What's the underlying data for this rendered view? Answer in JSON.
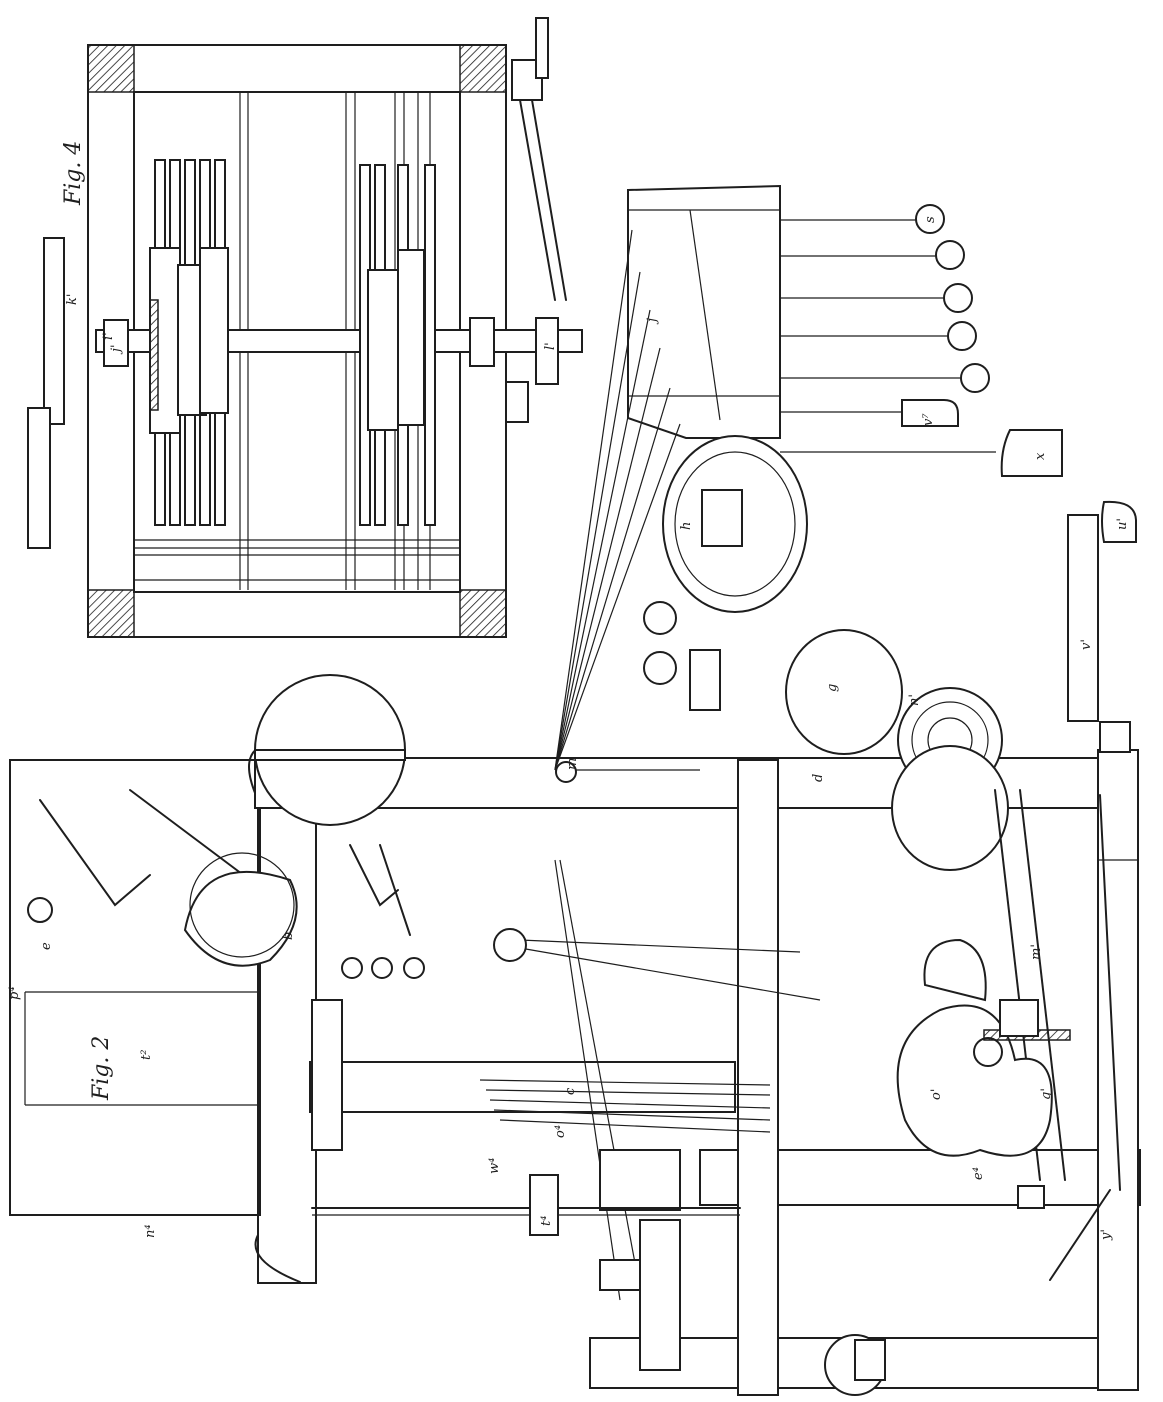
{
  "figures": [
    {
      "label": "Fig. 4"
    },
    {
      "label": "Fig. 2"
    }
  ],
  "letters": {
    "s": "s",
    "v7": "v⁷",
    "x": "x",
    "u1": "u'",
    "v1": "v'",
    "h": "h",
    "j": "j",
    "g": "g",
    "n1": "n'",
    "d": "d",
    "m": "m",
    "b": "b",
    "c": "c",
    "o1": "o'",
    "m1": "m'",
    "i1": "i'",
    "j1": "j'",
    "k1": "k'",
    "l1": "l'",
    "e": "e",
    "t2": "t²",
    "p4": "p⁴",
    "n4": "n⁴",
    "w4": "w⁴",
    "o4": "o⁴",
    "t4": "t⁴",
    "y1": "y'",
    "e4": "e⁴",
    "q1": "q'"
  }
}
